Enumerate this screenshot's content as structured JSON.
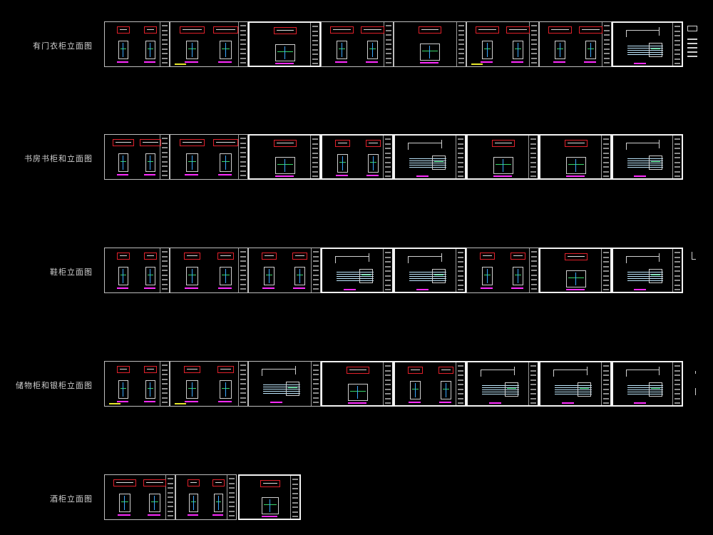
{
  "rows": [
    {
      "label": "有门衣柜立面图",
      "sheets": 8,
      "extra": "wide-stub"
    },
    {
      "label": "书房书柜和立面图",
      "sheets": 8,
      "extra": ""
    },
    {
      "label": "鞋柜立面图",
      "sheets": 8,
      "extra": "small-mark"
    },
    {
      "label": "储物柜和银柜立面图",
      "sheets": 8,
      "extra": "tick"
    },
    {
      "label": "酒柜立面图",
      "sheets": 3,
      "extra": ""
    }
  ],
  "colors": {
    "background": "#000000",
    "frame": "#bdbdbd",
    "frame_bright": "#f2f2f2",
    "red_detail": "#e0202a",
    "magenta_label": "#ff2bff",
    "green_line": "#38d66a",
    "blue_line": "#3aa8ff",
    "yellow_marker": "#e7e72a"
  }
}
